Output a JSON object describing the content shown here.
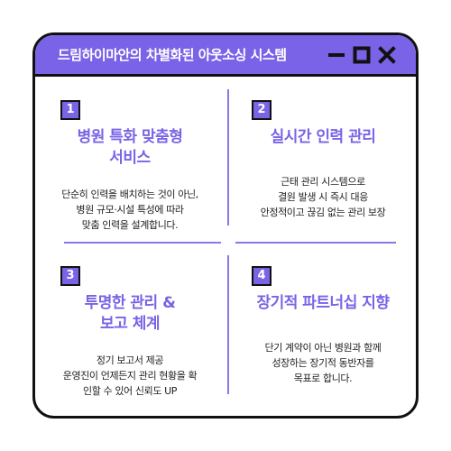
{
  "window": {
    "title": "드림하이마안의 차별화된 아웃소싱 시스템"
  },
  "colors": {
    "accent": "#7a63e6",
    "border": "#111111",
    "divider": "#8a78e8",
    "text": "#222222"
  },
  "controls": {
    "minimize_icon": "minimize-icon",
    "maximize_icon": "maximize-icon",
    "close_icon": "close-icon"
  },
  "sections": [
    {
      "number": "1",
      "title_lines": [
        "병원 특화 맞춤형",
        "서비스"
      ],
      "desc_lines": [
        "단순히 인력을 배치하는 것이 아닌,",
        "병원 규모·시설 특성에 따라",
        "맞춤 인력을 설계합니다."
      ]
    },
    {
      "number": "2",
      "title_lines": [
        "실시간 인력 관리"
      ],
      "desc_lines": [
        "근태 관리 시스템으로",
        "결원 발생 시 즉시 대응",
        "안정적이고 끊김 없는 관리 보장"
      ]
    },
    {
      "number": "3",
      "title_lines": [
        "투명한 관리 &",
        "보고 체계"
      ],
      "desc_lines": [
        "정기 보고서 제공",
        "운영진이 언제든지 관리 현황을 확",
        "인할 수 있어 신뢰도 UP"
      ]
    },
    {
      "number": "4",
      "title_lines": [
        "장기적 파트너십 지향"
      ],
      "desc_lines": [
        "단기 계약이 아닌 병원과 함께",
        "성장하는 장기적 동반자를",
        "목표로 합니다."
      ]
    }
  ]
}
